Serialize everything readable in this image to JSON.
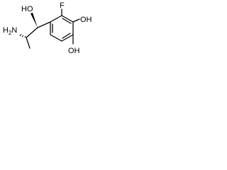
{
  "molecule": {
    "atoms": {
      "hydroxyl_side": "HO",
      "amine": "H",
      "amine_n": "N",
      "amine_sub": "2",
      "fluorine": "F",
      "hydroxyl_top": "OH",
      "hydroxyl_bottom": "OH"
    },
    "colors": {
      "ink": "#000000",
      "background": "#ffffff"
    },
    "stereo_bonds": {
      "hydroxyl_carbon": "wedge",
      "methyl_carbon": "hash"
    }
  }
}
